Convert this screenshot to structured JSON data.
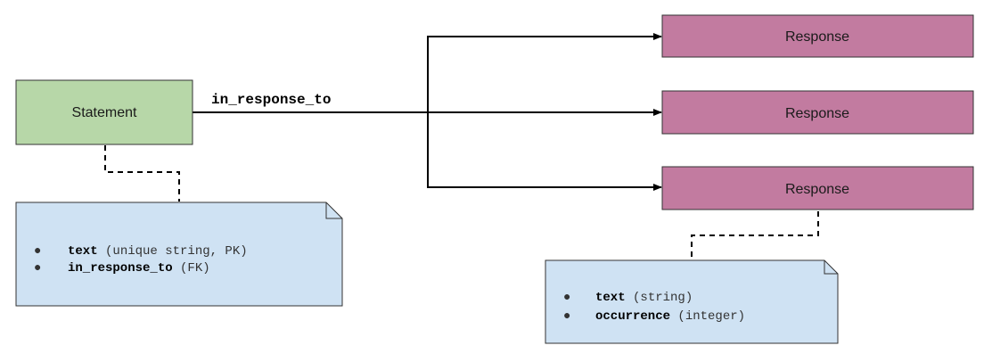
{
  "statement": {
    "label": "Statement",
    "fill": "#b7d7a8",
    "stroke": "#333333"
  },
  "edge_label": "in_response_to",
  "responses": [
    {
      "label": "Response"
    },
    {
      "label": "Response"
    },
    {
      "label": "Response"
    }
  ],
  "response_fill": "#c27ba0",
  "note_fill": "#cfe2f3",
  "statement_note": {
    "items": [
      {
        "bold": "text",
        "rest": " (unique string, PK)"
      },
      {
        "bold": "in_response_to",
        "rest": " (FK)"
      }
    ]
  },
  "response_note": {
    "items": [
      {
        "bold": "text",
        "rest": " (string)"
      },
      {
        "bold": "occurrence",
        "rest": " (integer)"
      }
    ]
  },
  "bullet": "●"
}
